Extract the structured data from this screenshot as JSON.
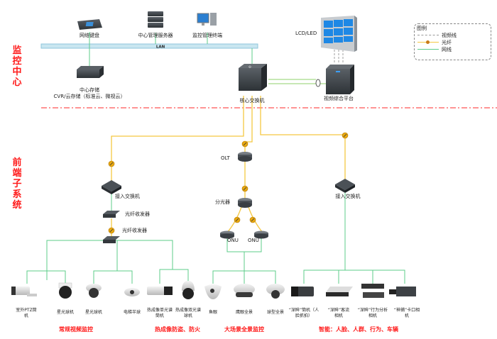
{
  "sections": {
    "top": "监控中心",
    "bottom": "前端子系统"
  },
  "legend": {
    "title": "图例",
    "items": [
      {
        "type": "video",
        "label": "视频线",
        "color": "#999999"
      },
      {
        "type": "fiber",
        "label": "光纤",
        "color": "#f5c842"
      },
      {
        "type": "net",
        "label": "网线",
        "color": "#5ccc8a"
      }
    ]
  },
  "colors": {
    "fiber": "#f5c842",
    "net": "#5ccc8a",
    "lan": "#bfe3ef",
    "divider": "#ff2a2a",
    "section_text": "#ff1a1a"
  },
  "center": {
    "lan_label": "LAN",
    "keyboard": "网络键盘",
    "mgmt_server": "中心管理服务器",
    "terminal": "监控管理终端",
    "storage_line1": "中心存储",
    "storage_line2": "CVR/云存储（标准云、微视云）",
    "core_switch": "核心交换机",
    "display": "LCD/LED",
    "video_platform": "视频综合平台"
  },
  "front": {
    "access_switch_left": "接入交换机",
    "transceiver_1": "光纤收发器",
    "transceiver_2": "光纤收发器",
    "olt": "OLT",
    "splitter": "分光器",
    "onu_1": "ONU",
    "onu_2": "ONU",
    "access_switch_right": "接入交换机"
  },
  "cameras": [
    {
      "label": "室外PTZ筒机",
      "group": 0
    },
    {
      "label": "星光球机",
      "group": 0
    },
    {
      "label": "星光球机",
      "group": 0
    },
    {
      "label": "电梯半球",
      "group": 0
    },
    {
      "label": "热成像单光谱筒机",
      "group": 1
    },
    {
      "label": "热成像双光谱球机",
      "group": 1
    },
    {
      "label": "鱼眼",
      "group": 2
    },
    {
      "label": "鹰眼全景",
      "group": 2
    },
    {
      "label": "球型全景",
      "group": 2
    },
    {
      "label": "“深眸”筒机（人脸抓拍）",
      "group": 3
    },
    {
      "label": "“深眸”客流相机",
      "group": 3
    },
    {
      "label": "“深眸”行为分析相机",
      "group": 3
    },
    {
      "label": "“神捕”卡口相机",
      "group": 3
    }
  ],
  "categories": [
    "常规视频监控",
    "热成像防盗、防火",
    "大场景全景监控",
    "智能：人脸、人群、行为、车辆"
  ]
}
